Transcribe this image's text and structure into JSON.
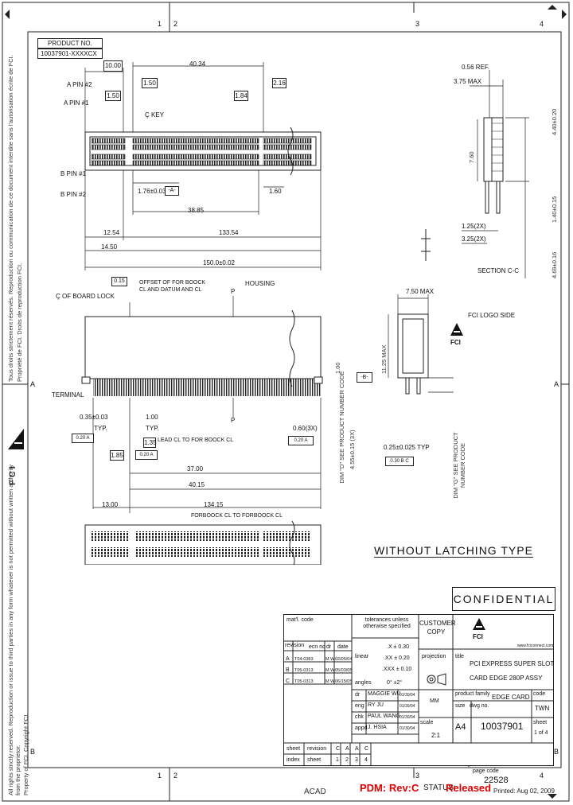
{
  "border": {
    "top_zones": [
      "1",
      "2",
      "3",
      "4"
    ],
    "bottom_zones": [
      "1",
      "2",
      "3",
      "4"
    ],
    "side_zones": [
      "A",
      "B"
    ]
  },
  "product_no": {
    "label": "PRODUCT NO.",
    "value": "10037901-XXXXCX"
  },
  "top_view": {
    "dims": [
      "10.00",
      "40.34",
      "1.50",
      "2.16",
      "1.50",
      "1.84",
      "1.76±0.03",
      "-A-",
      "1.60",
      "38.85",
      "12.54",
      "133.54",
      "14.50",
      "150.0±0.02"
    ],
    "labels": [
      "A PIN #2",
      "A PIN #1",
      "Ç KEY",
      "B PIN #1",
      "B PIN #2"
    ]
  },
  "side_view_right": {
    "dims": [
      "3.75 MAX",
      "0.56 REF.",
      "7.60",
      "4.40±0.20",
      "1.40±0.15",
      "4.69±0.16",
      "1.25(2X)",
      "3.25(2X)"
    ],
    "section": "SECTION C-C"
  },
  "front_view": {
    "labels": [
      "Ç OF BOARD LOCK",
      "HOUSING",
      "TERMINAL",
      "OFFSET OF FOR BOOCK",
      "CL AND DATUM AND CL",
      "LEAD CL TO FOR BOOCK CL",
      "FORBOOCK CL TO FORBOOCK CL",
      "P",
      "P"
    ],
    "dims": [
      "0.15",
      "0.35±0.03",
      "TYP.",
      "1.00",
      "TYP.",
      "1.35",
      "1.85",
      "37.00",
      "40.15",
      "13.00",
      "134.15",
      "0.60(3X)",
      "1.00",
      "0.20 A",
      "0.20 A",
      "0.20 A"
    ]
  },
  "end_view": {
    "dims": [
      "7.50 MAX",
      "11.25 MAX",
      "0.25±0.025 TYP",
      "0.30 B C"
    ],
    "logo_side": "FCI LOGO SIDE",
    "dim_d": "DIM \"D\" SEE PRODUCT NUMBER CODE",
    "dim_d_value": "4.55±0.15 (3X)",
    "dim_g": "DIM \"G\" SEE PRODUCT NUMBER CODE",
    "datum": "-B-"
  },
  "without_latching": "WITHOUT LATCHING TYPE",
  "confidential": "CONFIDENTIAL",
  "title_block": {
    "mat_code": "mat'l. code",
    "tolerances": "tolerances unless otherwise specified",
    "customer_copy": "CUSTOMER COPY",
    "logo": "FCI",
    "website": "www.fciconnect.com",
    "revision_hdr": [
      "revision",
      "ecn no",
      "dr",
      "date"
    ],
    "revisions": [
      {
        "rev": "A",
        "ecn": "T04-0383",
        "dr": "M W",
        "date": "02/05/04"
      },
      {
        "rev": "B",
        "ecn": "T05-0313",
        "dr": "M W",
        "date": "05/03/05"
      },
      {
        "rev": "C",
        "ecn": "T05-0313",
        "dr": "M W",
        "date": "06/15/05"
      }
    ],
    "linear_label": "linear",
    "angles_label": "angles",
    "tol_lines": [
      ".X ± 0.30",
      ".XX ± 0.20",
      ".XXX ± 0.10",
      "0° ±2°"
    ],
    "projection": "projection",
    "title_label": "title",
    "title_l1": "PCI EXPRESS SUPER SLOT",
    "title_l2": "CARD EDGE 280P ASSY",
    "people": [
      {
        "role": "dr",
        "name": "MAGGIE WU",
        "date": "01/30/04"
      },
      {
        "role": "eng",
        "name": "RY JU",
        "date": "01/30/04"
      },
      {
        "role": "chk",
        "name": "PAUL WANG",
        "date": "01/30/04"
      },
      {
        "role": "appd",
        "name": "J. HSIA",
        "date": "01/30/04"
      }
    ],
    "mm": "MM",
    "scale_label": "scale",
    "scale": "2:1",
    "product_family_label": "product family",
    "product_family": "EDGE CARD",
    "code_label": "code",
    "code": "TWN",
    "size_label": "size",
    "size": "A4",
    "dwg_label": "dwg no.",
    "dwg_no": "10037901",
    "sheet_label": "sheet",
    "sheet": "1 of 4",
    "sheet_table": {
      "sheet_hdr": "sheet",
      "rev_hdr": "revision",
      "index_hdr": "index",
      "sheets_hdr": "sheet",
      "revs": [
        "C",
        "A",
        "A",
        "C"
      ],
      "nums": [
        "1",
        "2",
        "3",
        "4"
      ]
    }
  },
  "page_code_label": "page code",
  "page_code": "22528",
  "footer": {
    "acad": "ACAD",
    "pdm": "PDM: Rev:C",
    "status_label": "STATUS:",
    "status": "Released",
    "printed": "Printed: Aug 02, 2009"
  },
  "left_margin": {
    "fci": "FCI",
    "text_fr_1": "Tous droits strictement réservés. Reproduction ou communication de ce document interdite sans l'autorisation écrite de FCI.",
    "text_fr_2": "Propriété de FCI. Droits de reproduction FCI.",
    "text_en_1": "All rights strictly reserved. Reproduction or issue to third parties in any form whatever is not permitted without written authority from the proprietor.",
    "text_en_2": "Property of FCI. Copyright FCI."
  }
}
